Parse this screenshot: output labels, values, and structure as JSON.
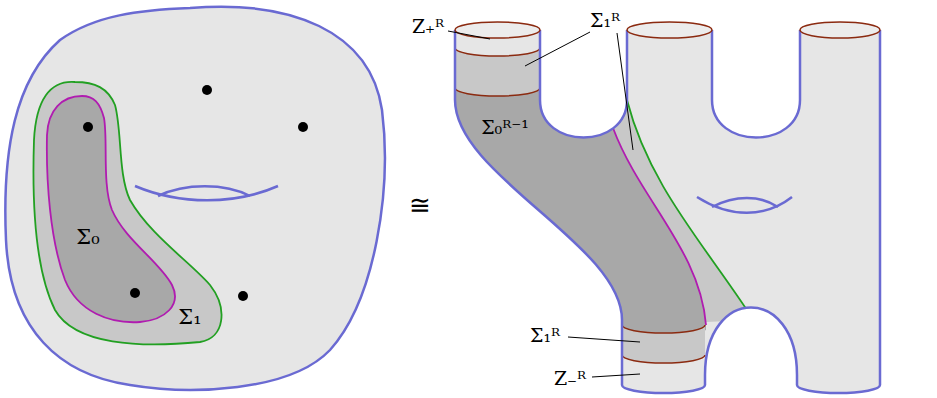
{
  "diagram": {
    "nodes": [
      {
        "text": [
          "Σ₁"
        ]
      },
      {
        "text": [
          "Σ₀"
        ],
        "in": 0
      }
    ],
    "labels": [
      "≅",
      "Z₊ᴿ",
      "Σ₁ᴿ",
      "Σ₀ᴿ⁻¹",
      "Σ₁ᴿ",
      "Z₋ᴿ"
    ]
  }
}
